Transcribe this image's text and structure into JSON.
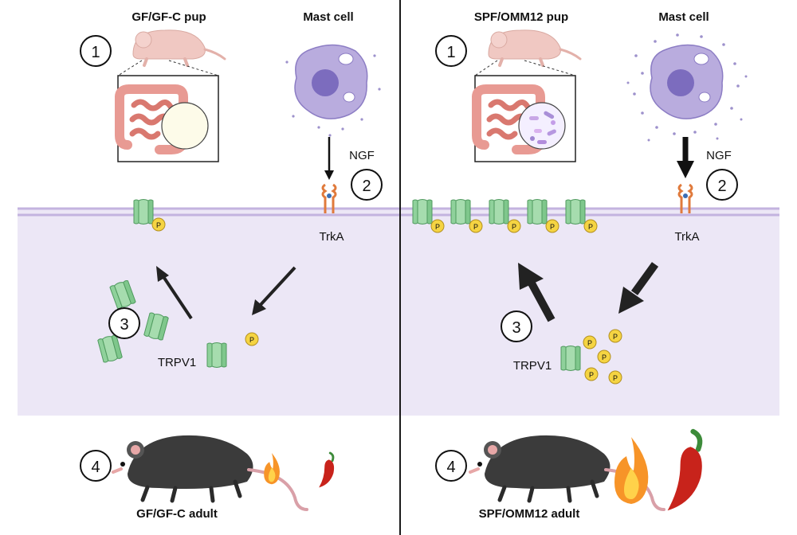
{
  "left": {
    "pup_label": "GF/GF-C pup",
    "mast_label": "Mast cell",
    "ngf_label": "NGF",
    "trka_label": "TrkA",
    "trpv1_label": "TRPV1",
    "adult_label": "GF/GF-C adult",
    "step1": "1",
    "step2": "2",
    "step3": "3",
    "step4": "4"
  },
  "right": {
    "pup_label": "SPF/OMM12 pup",
    "mast_label": "Mast cell",
    "ngf_label": "NGF",
    "trka_label": "TrkA",
    "trpv1_label": "TRPV1",
    "adult_label": "SPF/OMM12 adult",
    "step1": "1",
    "step2": "2",
    "step3": "3",
    "step4": "4"
  },
  "phospho_label": "P",
  "colors": {
    "cytoplasm": "#ece7f6",
    "membrane": "#c3b3df",
    "channel": "#8fd19b",
    "channel_stroke": "#4f9a5e",
    "phospho": "#f5d442",
    "mast_cell": "#b9acde",
    "nucleus": "#7c6cbe",
    "mouse": "#3b3b3b",
    "pup": "#f0c8c2",
    "intestine": "#e89a93",
    "flame": "#f79428",
    "pepper": "#c8231b"
  }
}
